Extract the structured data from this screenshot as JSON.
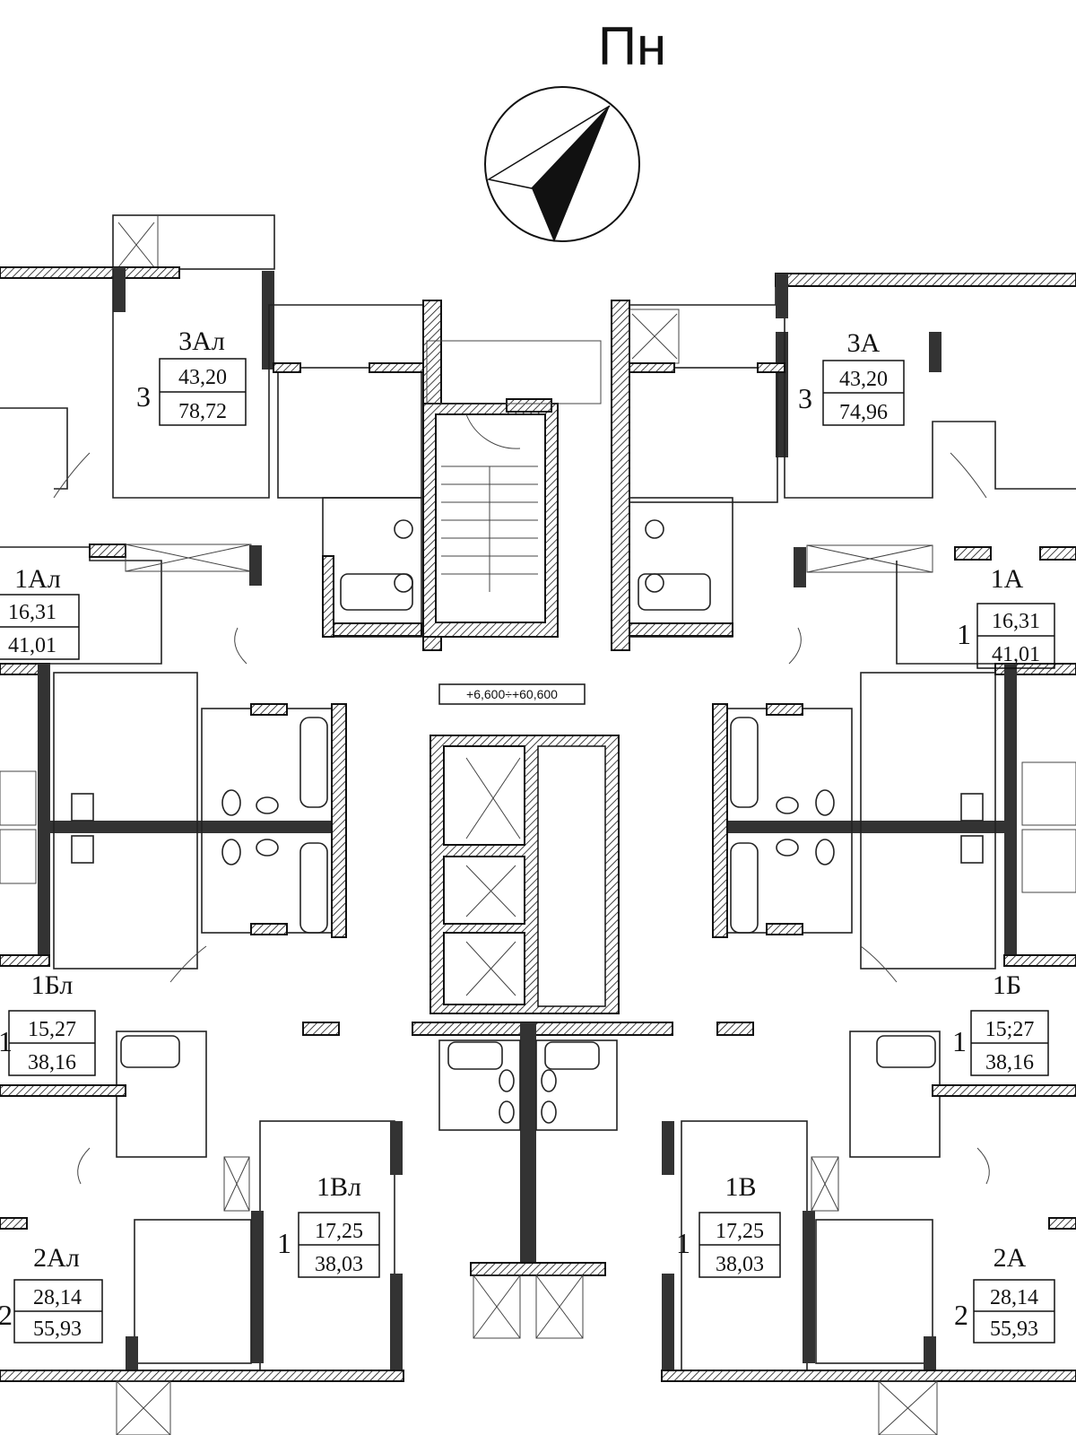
{
  "north_label": "Пн",
  "elevation_label": "+6,600÷+60,600",
  "apartments": [
    {
      "id": "3Al",
      "name": "3Ал",
      "rooms": "3",
      "living": "43,20",
      "total": "78,72"
    },
    {
      "id": "3A",
      "name": "3А",
      "rooms": "3",
      "living": "43,20",
      "total": "74,96"
    },
    {
      "id": "1Al",
      "name": "1Ал",
      "rooms": "",
      "living": "16,31",
      "total": "41,01"
    },
    {
      "id": "1A",
      "name": "1А",
      "rooms": "1",
      "living": "16,31",
      "total": "41,01"
    },
    {
      "id": "1Bl",
      "name": "1Бл",
      "rooms": "1",
      "living": "15,27",
      "total": "38,16"
    },
    {
      "id": "1B",
      "name": "1Б",
      "rooms": "1",
      "living": "15;27",
      "total": "38,16"
    },
    {
      "id": "1Vl",
      "name": "1Вл",
      "rooms": "1",
      "living": "17,25",
      "total": "38,03"
    },
    {
      "id": "1V",
      "name": "1В",
      "rooms": "1",
      "living": "17,25",
      "total": "38,03"
    },
    {
      "id": "2Al",
      "name": "2Ал",
      "rooms": "2",
      "living": "28,14",
      "total": "55,93"
    },
    {
      "id": "2A",
      "name": "2А",
      "rooms": "2",
      "living": "28,14",
      "total": "55,93"
    }
  ]
}
